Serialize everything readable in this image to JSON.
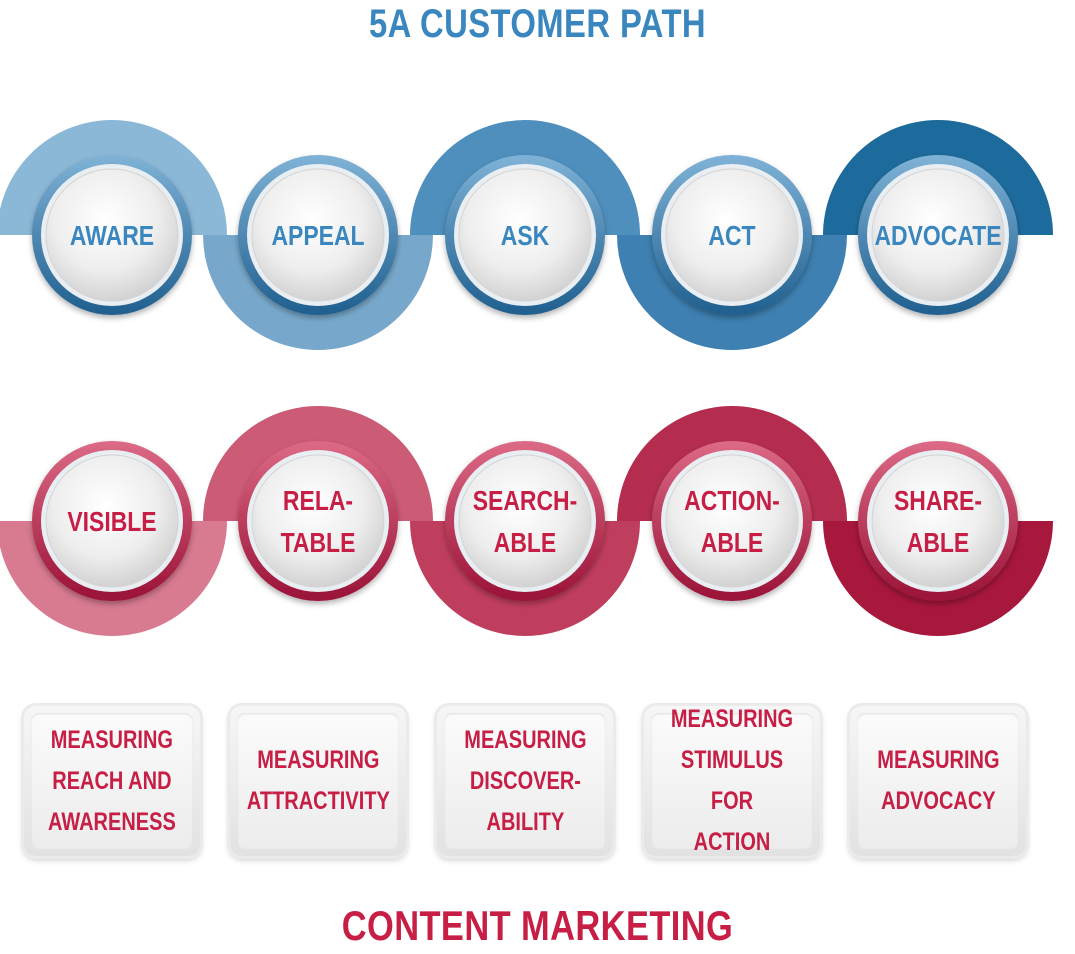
{
  "top_title": "5A CUSTOMER PATH",
  "bottom_title": "CONTENT MARKETING",
  "colors": {
    "blue_text": "#3a86bf",
    "red_text": "#c71e45",
    "blue_ribbon": [
      "#8cb8d7",
      "#77a8cb",
      "#4f8fbd",
      "#3d80b1",
      "#1d6b9c"
    ],
    "red_ribbon": [
      "#d87a90",
      "#cc5b76",
      "#c03e5d",
      "#b42d4f",
      "#a8173c"
    ]
  },
  "top_row": [
    {
      "label": "AWARE"
    },
    {
      "label": "APPEAL"
    },
    {
      "label": "ASK"
    },
    {
      "label": "ACT"
    },
    {
      "label": "ADVOCATE"
    }
  ],
  "bottom_row": [
    {
      "lines": [
        "VISIBLE"
      ]
    },
    {
      "lines": [
        "RELA-",
        "TABLE"
      ]
    },
    {
      "lines": [
        "SEARCH-",
        "ABLE"
      ]
    },
    {
      "lines": [
        "ACTION-",
        "ABLE"
      ]
    },
    {
      "lines": [
        "SHARE-",
        "ABLE"
      ]
    }
  ],
  "cards": [
    {
      "text": "MEASURING\nREACH AND\nAWARENESS"
    },
    {
      "text": "MEASURING\nATTRACTIVITY"
    },
    {
      "text": "MEASURING\nDISCOVER-\nABILITY"
    },
    {
      "text": "MEASURING\nSTIMULUS FOR\nACTION"
    },
    {
      "text": "MEASURING\nADVOCACY"
    }
  ]
}
